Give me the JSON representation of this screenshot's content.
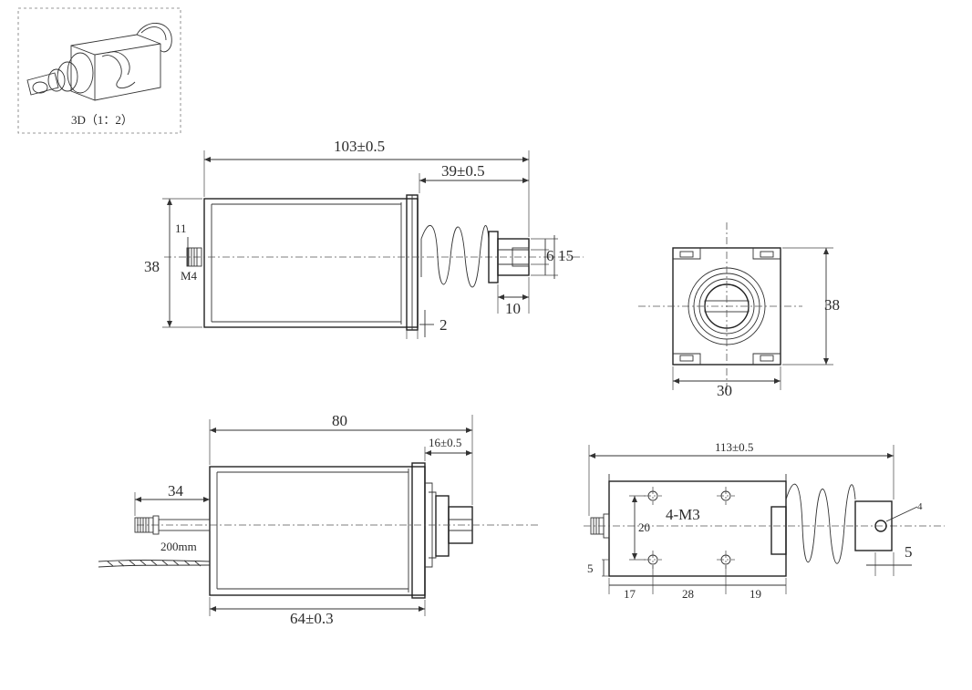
{
  "thumbnail": {
    "caption": "3D（1：2）"
  },
  "side_view": {
    "overall_length": "103±0.5",
    "stroke_extension": "39±0.5",
    "height": "38",
    "flange_height": "11",
    "thread": "M4",
    "plunger_dia_small": "6",
    "plunger_dia_large": "15",
    "plunger_tip_length": "10",
    "plate_thickness": "2"
  },
  "end_view": {
    "height": "38",
    "width": "30"
  },
  "bottom_view": {
    "body_length": "80",
    "stroke": "16±0.5",
    "bolt_length": "34",
    "lead_length": "200mm",
    "frame_length": "64±0.3"
  },
  "mount_view": {
    "overall_length": "113±0.5",
    "hole_spec": "4-M3",
    "hole_spacing_v": "20",
    "hole_dia": "4",
    "tip_length": "5",
    "edge_offset": "5",
    "x_offset_1": "17",
    "x_offset_2": "28",
    "x_offset_3": "19"
  }
}
